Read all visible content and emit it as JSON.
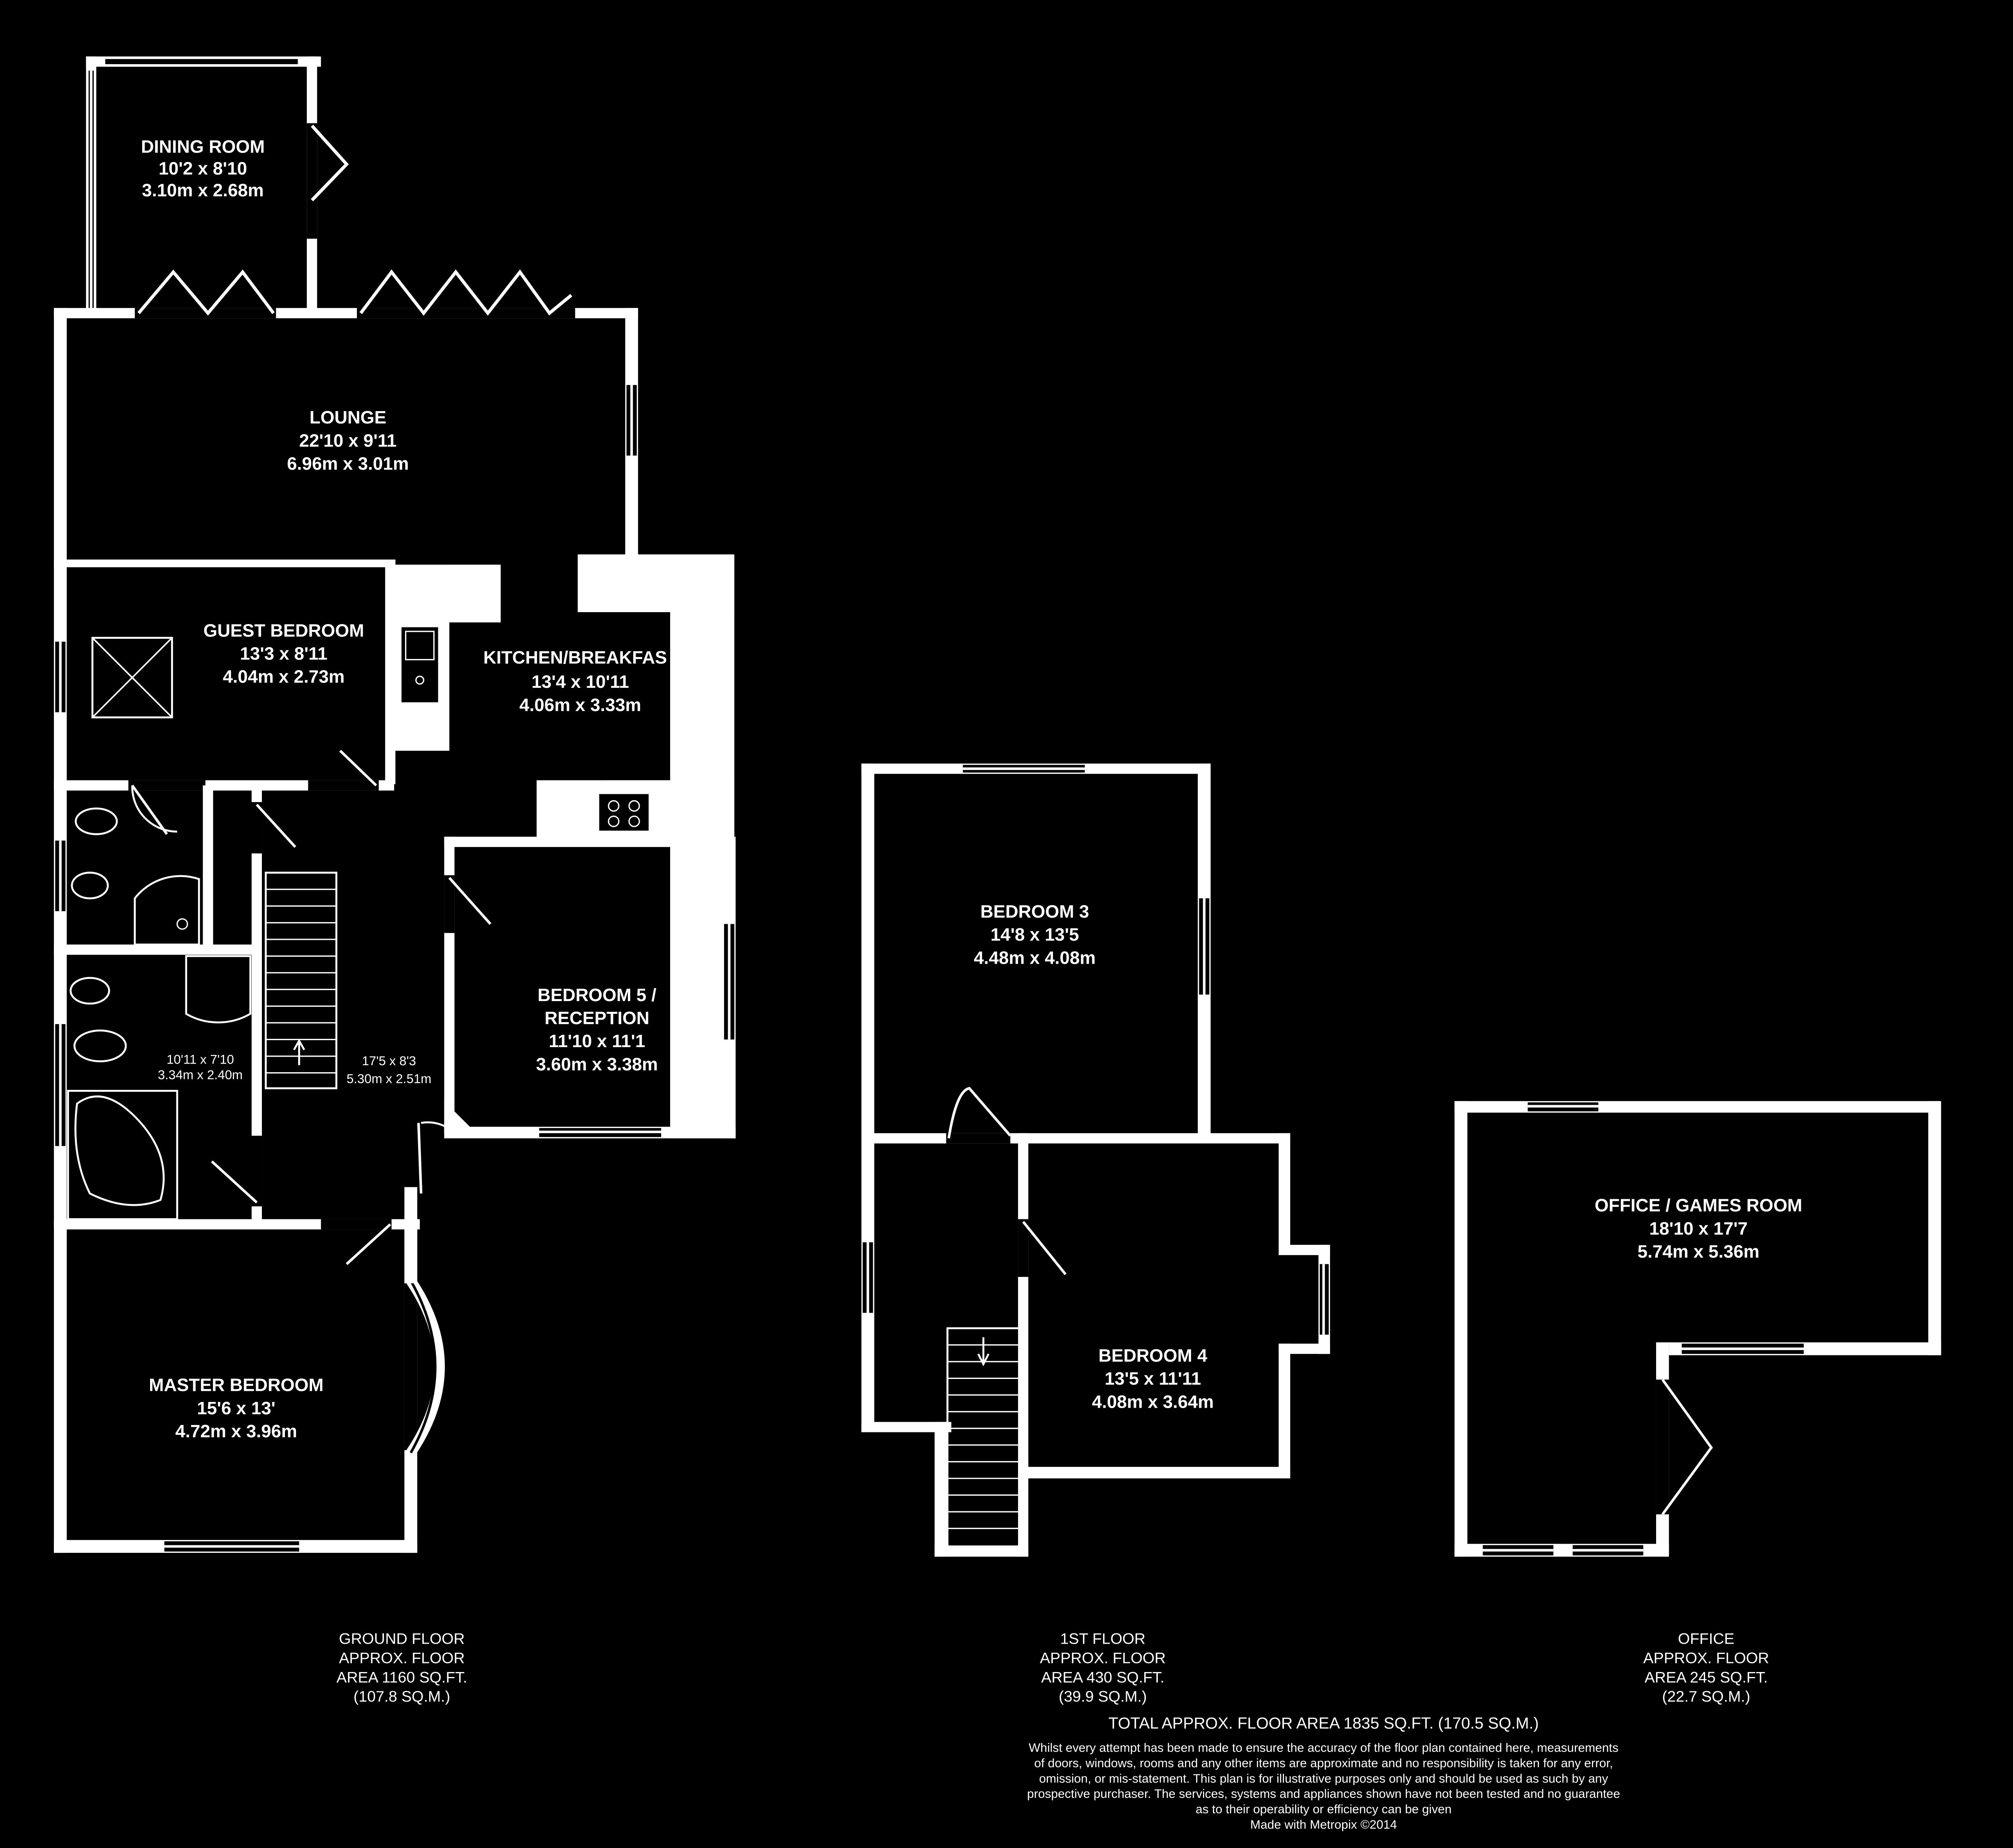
{
  "colors": {
    "background": "#000000",
    "foreground": "#ffffff"
  },
  "rooms": {
    "dining": {
      "name": "DINING ROOM",
      "imperial": "10'2 x 8'10",
      "metric": "3.10m x 2.68m"
    },
    "lounge": {
      "name": "LOUNGE",
      "imperial": "22'10 x 9'11",
      "metric": "6.96m x 3.01m"
    },
    "guest": {
      "name": "GUEST BEDROOM",
      "imperial": "13'3 x 8'11",
      "metric": "4.04m x 2.73m"
    },
    "kitchen": {
      "name": "KITCHEN/BREAKFAS",
      "imperial": "13'4 x 10'11",
      "metric": "4.06m x 3.33m"
    },
    "bed5": {
      "name_line1": "BEDROOM 5 /",
      "name_line2": "RECEPTION",
      "imperial": "11'10 x 11'1",
      "metric": "3.60m x 3.38m"
    },
    "bathroom": {
      "imperial": "10'11 x 7'10",
      "metric": "3.34m x 2.40m"
    },
    "hall": {
      "imperial": "17'5 x 8'3",
      "metric": "5.30m x 2.51m"
    },
    "master": {
      "name": "MASTER BEDROOM",
      "imperial": "15'6 x 13'",
      "metric": "4.72m x 3.96m"
    },
    "bed3": {
      "name": "BEDROOM 3",
      "imperial": "14'8 x 13'5",
      "metric": "4.48m x 4.08m"
    },
    "bed4": {
      "name": "BEDROOM 4",
      "imperial": "13'5 x 11'11",
      "metric": "4.08m x 3.64m"
    },
    "office": {
      "name": "OFFICE / GAMES ROOM",
      "imperial": "18'10 x 17'7",
      "metric": "5.74m x 5.36m"
    }
  },
  "floors": {
    "ground": {
      "line1": "GROUND FLOOR",
      "line2": "APPROX. FLOOR",
      "line3": "AREA 1160 SQ.FT.",
      "line4": "(107.8 SQ.M.)"
    },
    "first": {
      "line1": "1ST FLOOR",
      "line2": "APPROX. FLOOR",
      "line3": "AREA 430 SQ.FT.",
      "line4": "(39.9 SQ.M.)"
    },
    "office": {
      "line1": "OFFICE",
      "line2": "APPROX. FLOOR",
      "line3": "AREA 245 SQ.FT.",
      "line4": "(22.7 SQ.M.)"
    }
  },
  "total": "TOTAL APPROX. FLOOR AREA 1835 SQ.FT. (170.5 SQ.M.)",
  "disclaimer": [
    "Whilst every attempt has been made to ensure the accuracy of the floor plan contained here, measurements",
    "of doors, windows, rooms and any other items are approximate and no responsibility is taken for any error,",
    "omission, or mis-statement. This plan is for illustrative purposes only and should be used as such by any",
    "prospective purchaser. The services, systems and appliances shown have not been tested and no guarantee",
    "as to their operability or efficiency can be given",
    "Made with Metropix ©2014"
  ]
}
